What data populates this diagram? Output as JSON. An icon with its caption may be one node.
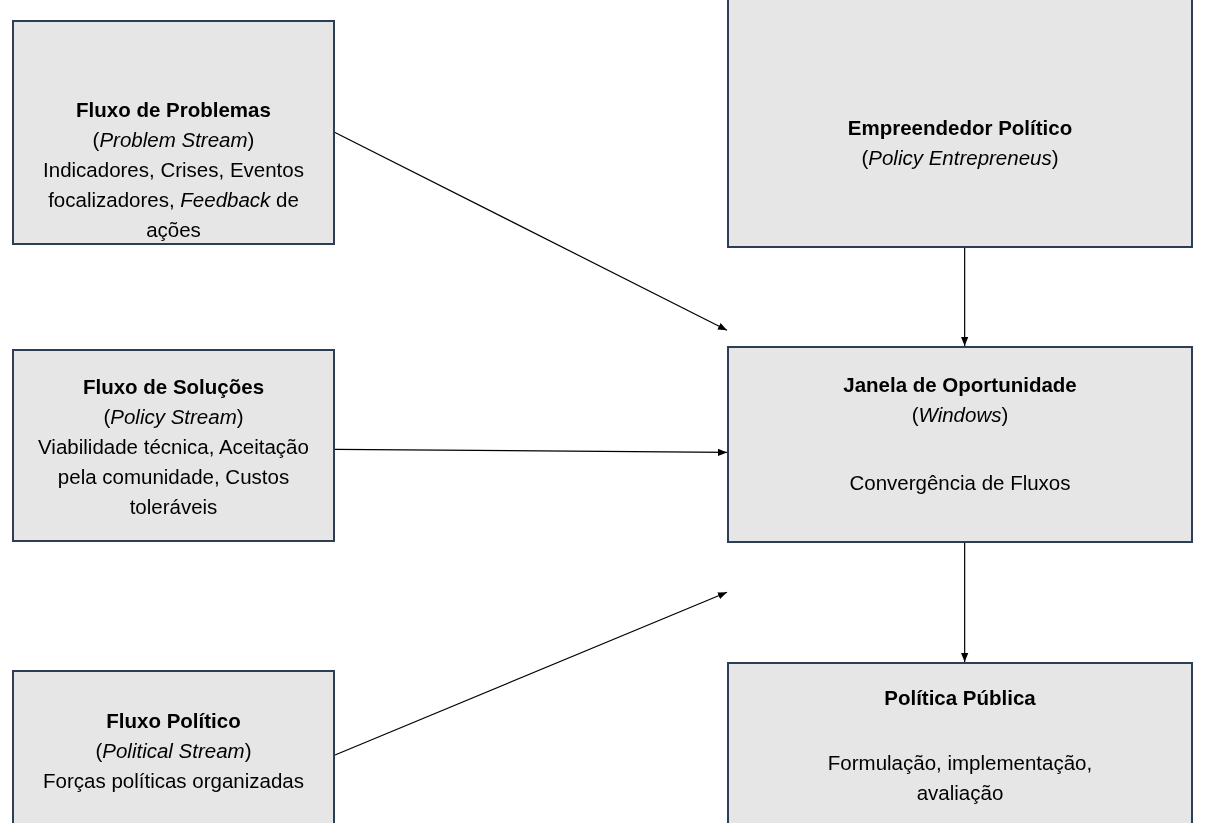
{
  "diagram": {
    "nodes": [
      {
        "text": [
          "Fluxo de Problemas",
          "(*Problem Stream*)",
          "Indicadores, Crises, Eventos focalizadores, *Feedback* de ações"
        ]
      },
      {
        "text": [
          "Empreendedor Político",
          "(*Policy Entrepreneus*)"
        ]
      },
      {
        "text": [
          "Fluxo de Soluções",
          "(*Policy Stream*)",
          "Viabilidade técnica, Aceitação pela comunidade, Custos toleráveis"
        ]
      },
      {
        "text": [
          "Janela de Oportunidade",
          "(*Windows*)",
          "Convergência de Fluxos"
        ]
      },
      {
        "text": [
          "Fluxo Político",
          "(*Political Stream*)",
          "Forças políticas organizadas"
        ]
      },
      {
        "text": [
          "Política Pública",
          "Formulação, implementação, avaliação"
        ]
      }
    ],
    "edges": [
      {
        "from": 0,
        "to": 3,
        "arrow": "to"
      },
      {
        "from": 2,
        "to": 3,
        "arrow": "to"
      },
      {
        "from": 4,
        "to": 3,
        "arrow": "to"
      },
      {
        "from": 1,
        "to": 3,
        "arrow": "to"
      },
      {
        "from": 3,
        "to": 5,
        "arrow": "to"
      }
    ]
  }
}
